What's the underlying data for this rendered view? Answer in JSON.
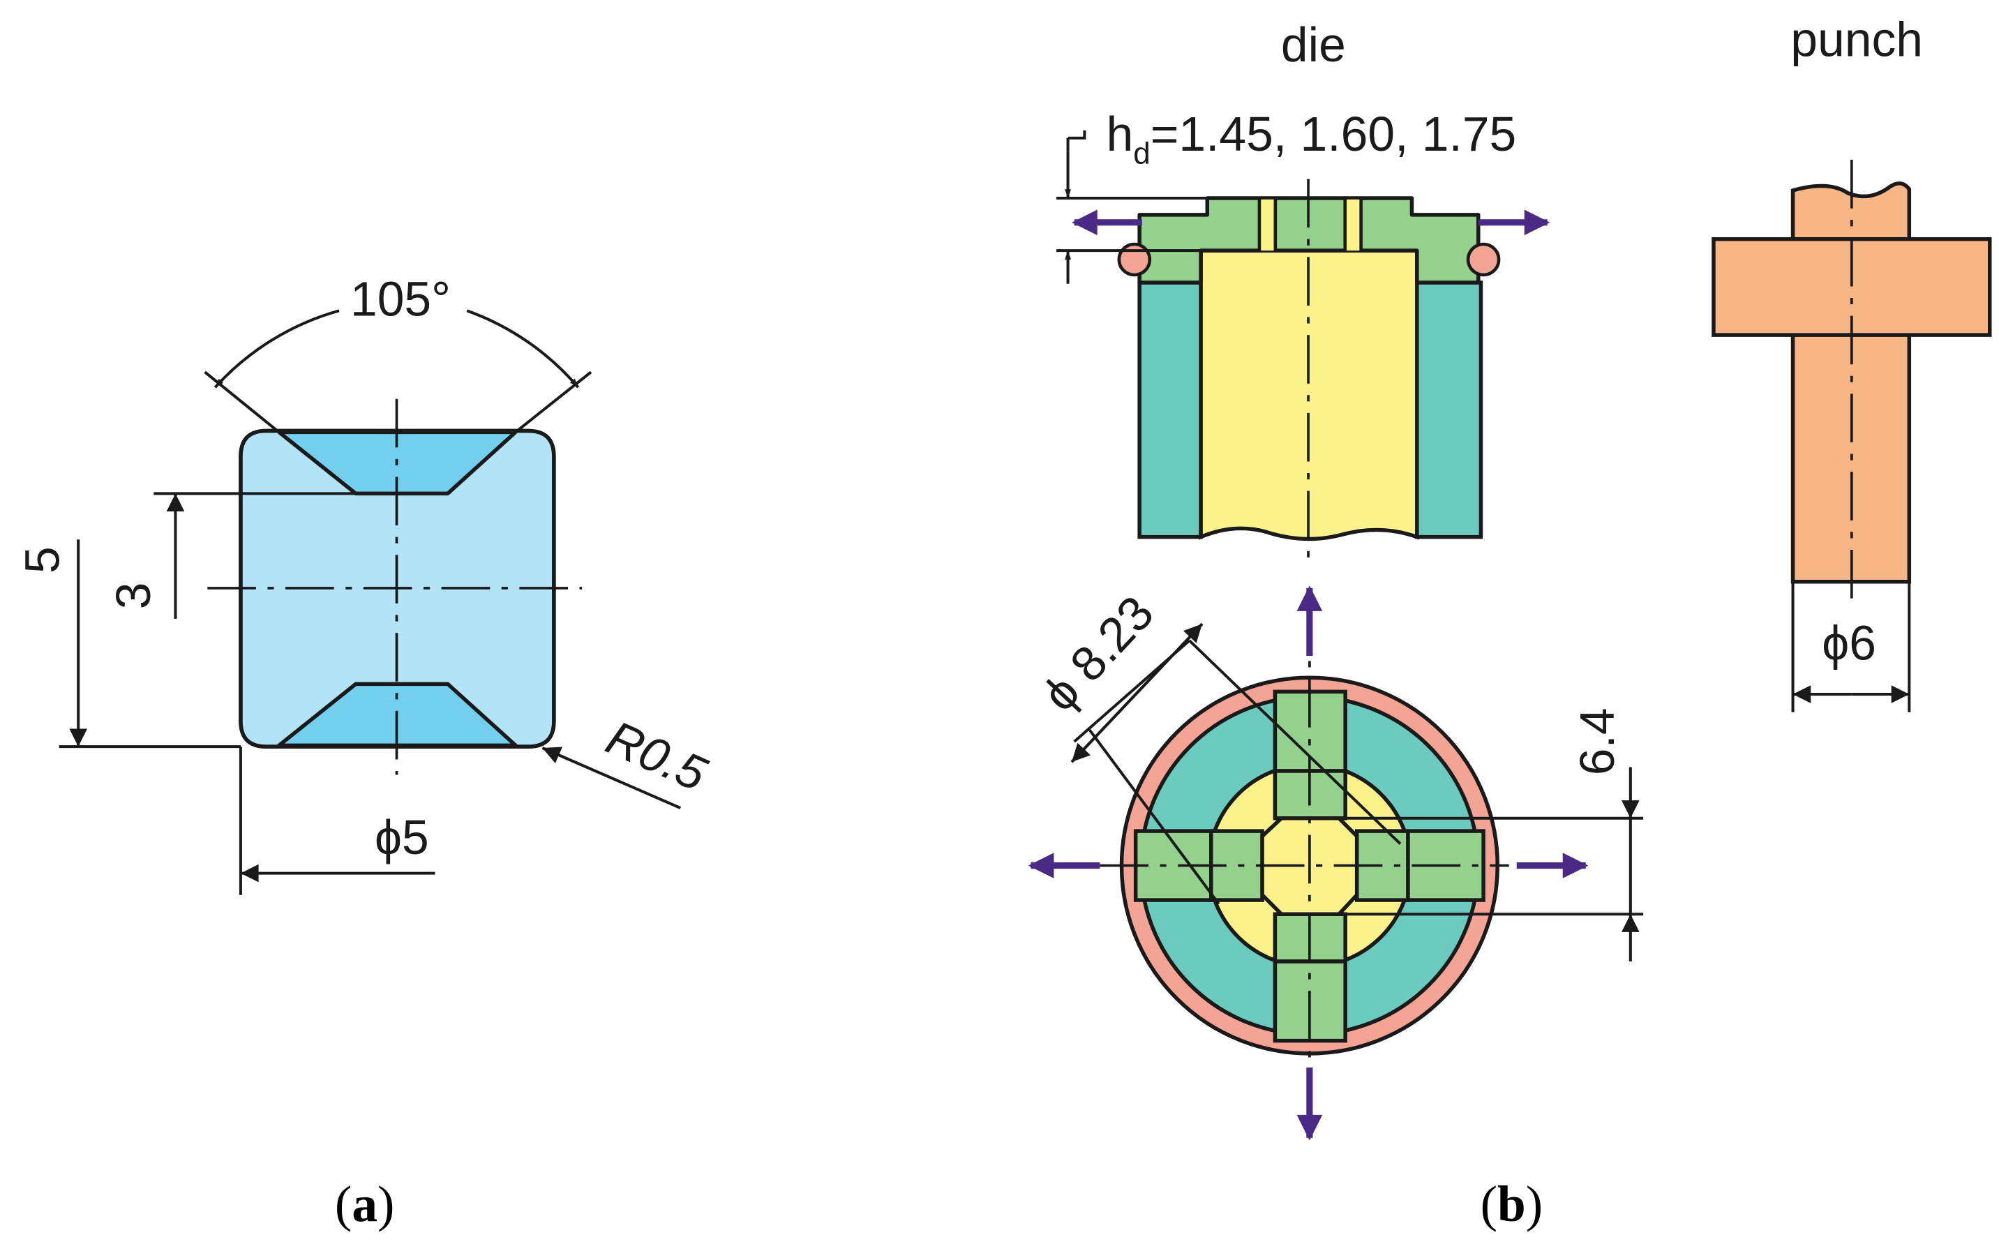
{
  "colors": {
    "billet_light": "#b3e3f6",
    "billet_dark": "#74cfee",
    "die_green": "#93d18d",
    "die_teal": "#6ccbbf",
    "die_yellow": "#fbf28b",
    "ring_pink": "#f3a495",
    "punch_orange": "#f8b687",
    "arrow_purple": "#4b2a86",
    "line": "#1a1a1a"
  },
  "panel_a": {
    "angle": "105°",
    "dim_height_outer": "5",
    "dim_height_inner": "3",
    "dim_diameter": "ϕ5",
    "dim_radius": "R0.5",
    "caption_open": "(",
    "caption_letter": "a",
    "caption_close": ")"
  },
  "panel_b": {
    "die_title": "die",
    "punch_title": "punch",
    "hd_h": "h",
    "hd_sub": "d",
    "hd_values": "=1.45, 1.60, 1.75",
    "dim_die_diameter": "ϕ 8.23",
    "dim_width": "6.4",
    "dim_punch_diameter": "ϕ6",
    "caption_open": "(",
    "caption_letter": "b",
    "caption_close": ")"
  }
}
